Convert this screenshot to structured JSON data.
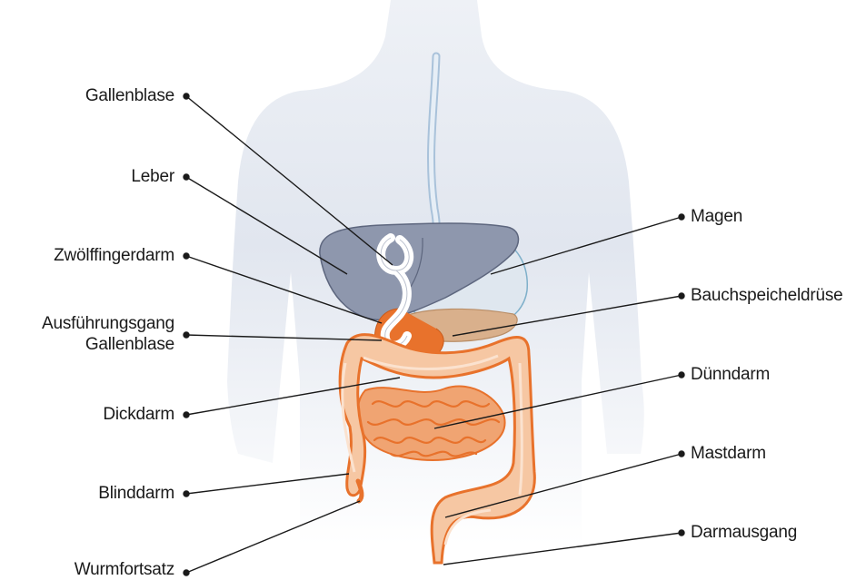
{
  "labels_left": [
    {
      "key": "gallenblase",
      "text": "Gallenblase"
    },
    {
      "key": "leber",
      "text": "Leber"
    },
    {
      "key": "zwoelffingerdarm",
      "text": "Zwölffingerdarm"
    },
    {
      "key": "ausfuehrungsgang_1",
      "text": "Ausführungsgang"
    },
    {
      "key": "ausfuehrungsgang_2",
      "text": "Gallenblase"
    },
    {
      "key": "dickdarm",
      "text": "Dickdarm"
    },
    {
      "key": "blinddarm",
      "text": "Blinddarm"
    },
    {
      "key": "wurmfortsatz",
      "text": "Wurmfortsatz"
    }
  ],
  "labels_right": [
    {
      "key": "magen",
      "text": "Magen"
    },
    {
      "key": "bauchspeicheldruese",
      "text": "Bauchspeicheldrüse"
    },
    {
      "key": "duenndarm",
      "text": "Dünndarm"
    },
    {
      "key": "mastdarm",
      "text": "Mastdarm"
    },
    {
      "key": "darmausgang",
      "text": "Darmausgang"
    }
  ],
  "colors": {
    "body": "#e3e8f0",
    "liver": "#8e97ad",
    "stomach": "#dfe7ef",
    "pancreas": "#d9b08c",
    "colon": "#f6c7a3",
    "colon_outline": "#e8722c",
    "small_intestine": "#f0a472",
    "duodenum": "#e8722c",
    "gallbladder": "#ffffff",
    "esophagus": "#a9c2da",
    "leader_line": "#1a1a1a"
  }
}
